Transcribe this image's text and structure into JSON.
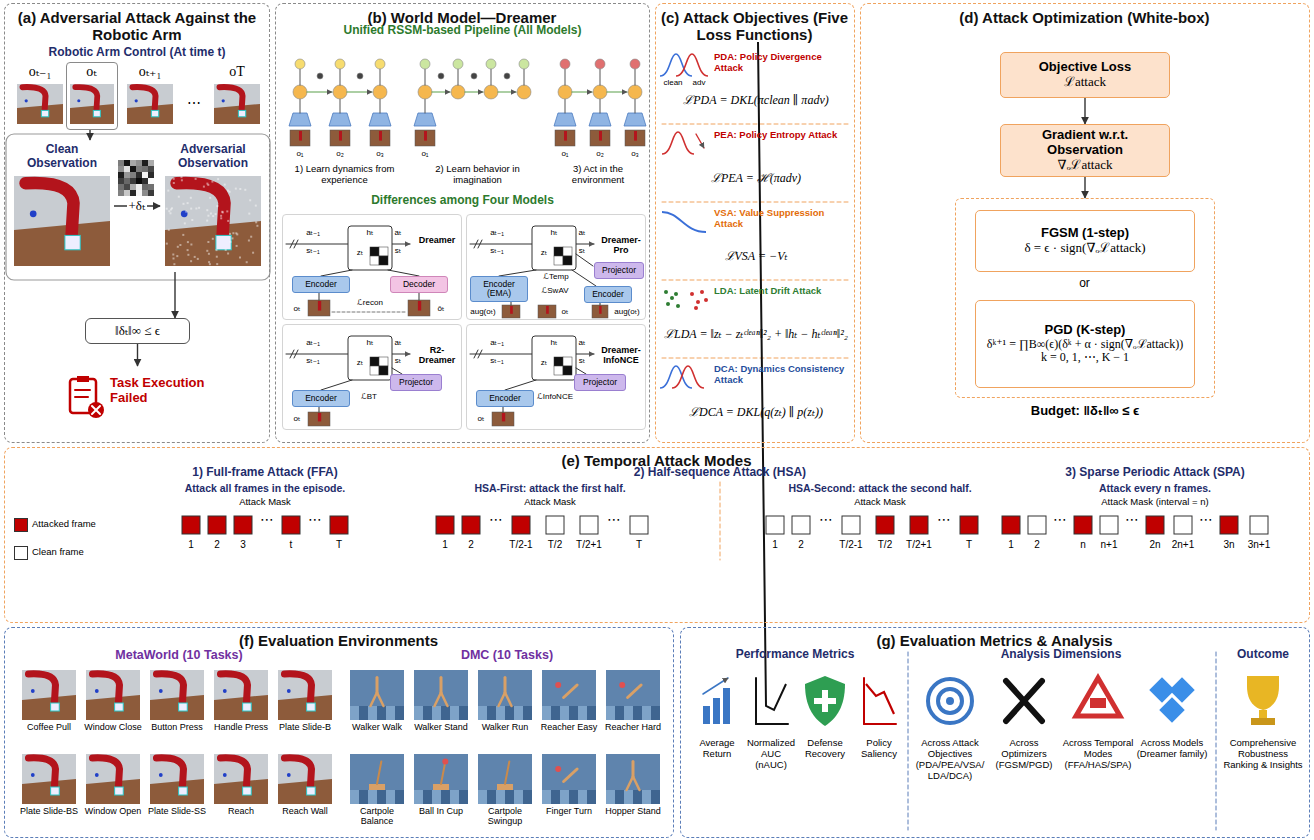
{
  "diagram": {
    "nodes": [
      {
        "text": [
          "(a) Adversarial Attack Against the Robotic Arm"
        ]
      },
      {
        "text": [
          "oₜ"
        ],
        "in": 0
      },
      {
        "text": [
          "Clean Observation"
        ],
        "in": 0
      },
      {
        "text": [
          "Adversarial Observation"
        ],
        "in": 0
      },
      {
        "text": [
          "‖δₜ‖∞ ≤ ϵ"
        ],
        "in": 0
      },
      {
        "text": [
          "Task Execution Failed"
        ],
        "in": 0
      },
      {
        "text": [
          "(b) World Model—Dreamer"
        ]
      },
      {
        "text": [
          "Dreamer"
        ],
        "in": 6
      },
      {
        "text": [
          "Encoder"
        ],
        "in": 7
      },
      {
        "text": [
          "Decoder"
        ],
        "in": 7
      },
      {
        "text": [
          "Dreamer-Pro"
        ],
        "in": 6
      },
      {
        "text": [
          "Encoder (EMA)"
        ],
        "in": 10
      },
      {
        "text": [
          "Encoder"
        ],
        "in": 10
      },
      {
        "text": [
          "Projector"
        ],
        "in": 10
      },
      {
        "text": [
          "R2-Dreamer"
        ],
        "in": 6
      },
      {
        "text": [
          "Encoder"
        ],
        "in": 14
      },
      {
        "text": [
          "Projector"
        ],
        "in": 14
      },
      {
        "text": [
          "Dreamer-InfoNCE"
        ],
        "in": 6
      },
      {
        "text": [
          "Encoder"
        ],
        "in": 17
      },
      {
        "text": [
          "Projector"
        ],
        "in": 17
      },
      {
        "text": [
          "(c) Attack Objectives (Five Loss Functions)"
        ]
      },
      {
        "text": [
          "(d) Attack Optimization (White-box)"
        ]
      },
      {
        "text": [
          "Objective Loss",
          "ℒattack"
        ],
        "in": 21
      },
      {
        "text": [
          "Gradient w.r.t. Observation",
          "∇ₒℒattack"
        ],
        "in": 21
      },
      {
        "text": [
          "or"
        ],
        "in": 21
      },
      {
        "text": [
          "FGSM (1-step)",
          "δ = ϵ · sign(∇ₒℒattack)"
        ],
        "in": 24
      },
      {
        "text": [
          "PGD (K-step)",
          "δᵏ⁺¹ = ∏B∞(ϵ)(δᵏ + α · sign(∇ₒℒattack))",
          "k = 0, 1, ⋯, K − 1"
        ],
        "in": 24
      },
      {
        "text": [
          "(e) Temporal Attack Modes"
        ]
      },
      {
        "text": [
          "(f) Evaluation Environments"
        ]
      },
      {
        "text": [
          "(g) Evaluation Metrics & Analysis"
        ]
      }
    ],
    "edges": [
      {
        "from": 1,
        "to": 2,
        "arrow": "to"
      },
      {
        "from": 2,
        "to": 3,
        "arrow": "to",
        "label": "+δₜ"
      },
      {
        "from": 3,
        "to": 4,
        "arrow": "to"
      },
      {
        "from": 4,
        "to": 5,
        "arrow": "to"
      },
      {
        "from": 22,
        "to": 23,
        "arrow": "to"
      },
      {
        "from": 23,
        "to": 24,
        "arrow": "to"
      }
    ],
    "labels": [
      "Robotic Arm Control (At time t)",
      "oₜ₋₁",
      "oₜ₊₁",
      "oT",
      "⋯",
      "Unified RSSM-based Pipeline (All Models)",
      "o₁",
      "o₂",
      "o₃",
      "o₁",
      "o₁",
      "o₂",
      "o₃",
      "1) Learn dynamics from experience",
      "2) Learn behavior in imagination",
      "3) Act in the environment",
      "Differences among Four Models",
      "aₜ₋₁",
      "sₜ₋₁",
      "aₜ",
      "sₜ",
      "hₜ",
      "zₜ",
      "oₜ",
      "ôₜ",
      "ℒrecon",
      "aₜ₋₁",
      "sₜ₋₁",
      "aₜ",
      "sₜ",
      "hₜ",
      "zₜ",
      "aug(oₜ)",
      "oₜ",
      "aug(oₜ)",
      "ℒTemp",
      "ℒSwAV",
      "aₜ₋₁",
      "sₜ₋₁",
      "aₜ",
      "sₜ",
      "hₜ",
      "zₜ",
      "oₜ",
      "ℒBT",
      "aₜ₋₁",
      "sₜ₋₁",
      "aₜ",
      "sₜ",
      "hₜ",
      "zₜ",
      "oₜ",
      "ℒInfoNCE",
      "PDA: Policy Divergence Attack",
      "clean",
      "adv",
      "ℒPDA = DKL(πclean ∥ πadv)",
      "PEA: Policy Entropy Attack",
      "ℒPEA = ℋ(πadv)",
      "VSA: Value Suppression Attack",
      "ℒVSA = −Vₜ",
      "LDA: Latent Drift Attack",
      "ℒLDA = ‖zₜ − zₜᶜˡᵉᵃⁿ‖²₂ + ‖hₜ − hₜᶜˡᵉᵃⁿ‖²₂",
      "DCA: Dynamics Consistency Attack",
      "ℒDCA = DKL(q(zₜ) ∥ p(zₜ))",
      "Budget: ‖δₜ‖∞ ≤ ϵ",
      "1) Full-frame Attack (FFA)",
      "Attack all frames in the episode.",
      "Attack Mask",
      "1",
      "2",
      "3",
      "⋯",
      "t",
      "⋯",
      "T",
      "2) Half-sequence Attack (HSA)",
      "HSA-First: attack the first half.",
      "Attack Mask",
      "1",
      "2",
      "⋯",
      "T/2-1",
      "T/2",
      "T/2+1",
      "⋯",
      "T",
      "HSA-Second: attack the second half.",
      "Attack Mask",
      "1",
      "2",
      "⋯",
      "T/2-1",
      "T/2",
      "T/2+1",
      "⋯",
      "T",
      "3) Sparse Periodic Attack (SPA)",
      "Attack every n frames.",
      "Attack Mask (interval = n)",
      "1",
      "2",
      "⋯",
      "n",
      "n+1",
      "⋯",
      "2n",
      "2n+1",
      "⋯",
      "3n",
      "3n+1",
      "MetaWorld (10 Tasks)",
      "DMC (10 Tasks)",
      "Coffee Pull",
      "Window Close",
      "Button Press",
      "Handle Press",
      "Plate Slide-B",
      "Plate Slide-BS",
      "Window Open",
      "Plate Slide-SS",
      "Reach",
      "Reach Wall",
      "Walker Walk",
      "Walker Stand",
      "Walker Run",
      "Reacher Easy",
      "Reacher Hard",
      "Cartpole Balance",
      "Ball In Cup",
      "Cartpole Swingup",
      "Finger Turn",
      "Hopper Stand",
      "Performance Metrics",
      "Analysis Dimensions",
      "Outcome",
      "Average Return",
      "Normalized AUC (nAUC)",
      "Defense Recovery",
      "Policy Saliency",
      "Across Attack Objectives (PDA/PEA/VSA/LDA/DCA)",
      "Across Optimizers (FGSM/PGD)",
      "Across Temporal Modes (FFA/HAS/SPA)",
      "Across Models (Dreamer family)",
      "Comprehensive Robustness Ranking & Insights"
    ],
    "legend": [
      {
        "text": "Attacked frame",
        "color": "#c00000"
      },
      {
        "text": "Clean frame",
        "color": "#ffffff"
      }
    ]
  }
}
